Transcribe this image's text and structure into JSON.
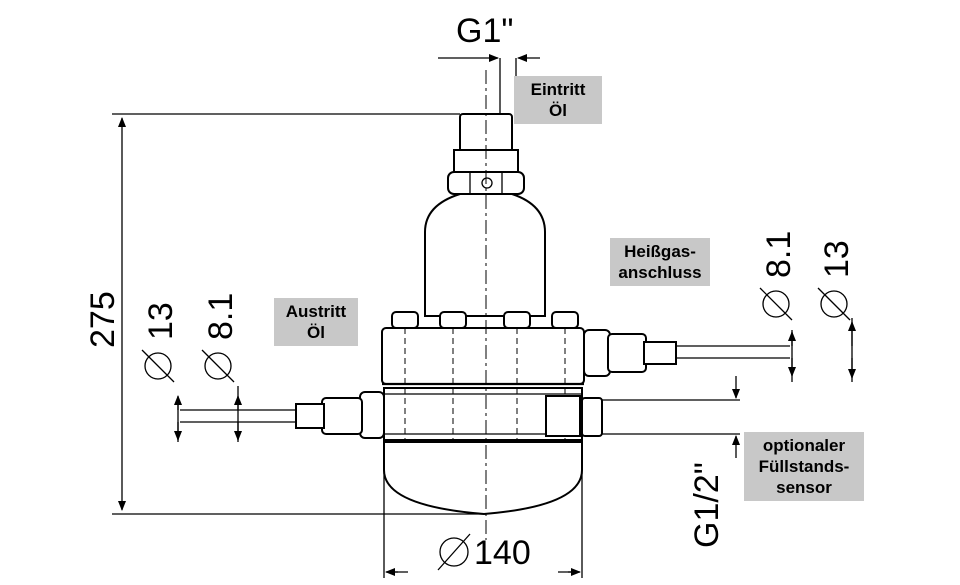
{
  "dimensions": {
    "top_thread": "G1\"",
    "height": "275",
    "diameter": "140",
    "left_outer": "13",
    "left_inner": "8.1",
    "right_outer": "13",
    "right_inner": "8.1",
    "sensor_thread": "G1/2\""
  },
  "labels": {
    "inlet": "Eintritt\nÖl",
    "outlet": "Austritt\nÖl",
    "hotgas": "Heißgas-\nanschluss",
    "sensor": "optionaler\nFüllstands-\nsensor"
  }
}
